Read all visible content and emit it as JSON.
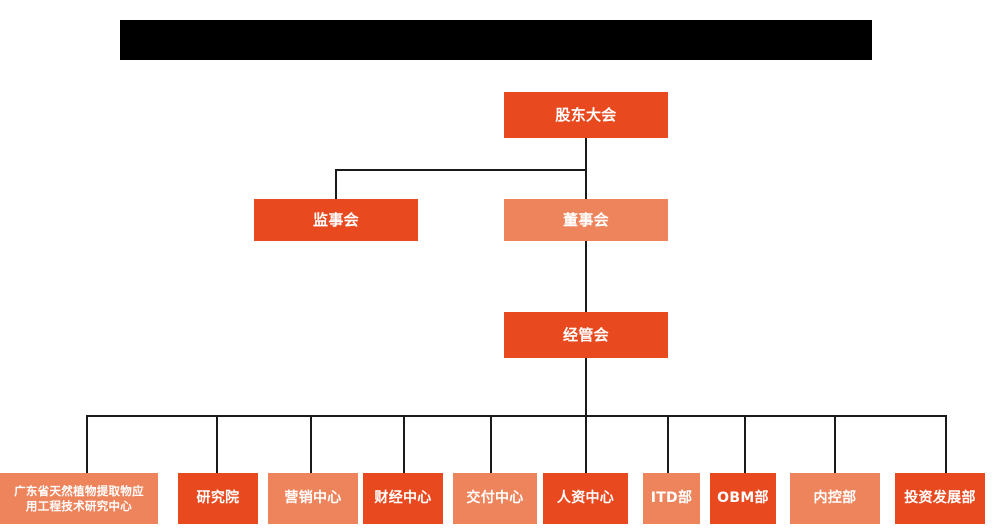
{
  "diagram": {
    "type": "org-chart",
    "title_bar": {
      "name": "redacted-title-bar",
      "text": "",
      "color": "#000000"
    },
    "colors": {
      "solid_orange": "#E8491F",
      "light_salmon": "#EE845C",
      "connector": "#1a1a1a",
      "text": "#FFFFFF",
      "background": "#FFFFFF"
    },
    "levels": [
      {
        "level": 1,
        "nodes": [
          {
            "id": "shareholders-meeting",
            "label": "股东大会",
            "style": "solid"
          }
        ]
      },
      {
        "level": 2,
        "nodes": [
          {
            "id": "supervisory-board",
            "label": "监事会",
            "style": "solid"
          },
          {
            "id": "board-of-directors",
            "label": "董事会",
            "style": "light"
          }
        ]
      },
      {
        "level": 3,
        "nodes": [
          {
            "id": "management-committee",
            "label": "经管会",
            "style": "solid"
          }
        ]
      },
      {
        "level": 4,
        "nodes": [
          {
            "id": "engineering-research-center",
            "label_line1": "广东省天然植物提取物应",
            "label_line2": "用工程技术研究中心",
            "style": "light"
          },
          {
            "id": "research-institute",
            "label": "研究院",
            "style": "solid"
          },
          {
            "id": "marketing-center",
            "label": "营销中心",
            "style": "light"
          },
          {
            "id": "finance-center",
            "label": "财经中心",
            "style": "solid"
          },
          {
            "id": "delivery-center",
            "label": "交付中心",
            "style": "light"
          },
          {
            "id": "hr-center",
            "label": "人资中心",
            "style": "solid"
          },
          {
            "id": "itd-department",
            "label": "ITD部",
            "style": "light"
          },
          {
            "id": "obm-department",
            "label": "OBM部",
            "style": "solid"
          },
          {
            "id": "internal-control-department",
            "label": "内控部",
            "style": "light"
          },
          {
            "id": "investment-development-department",
            "label": "投资发展部",
            "style": "solid"
          }
        ]
      }
    ]
  }
}
